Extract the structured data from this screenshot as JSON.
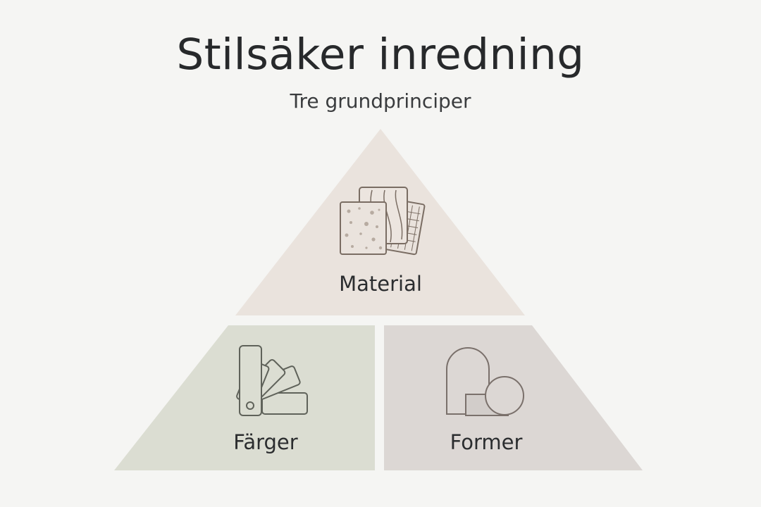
{
  "title": "Stilsäker inredning",
  "subtitle": "Tre grundprinciper",
  "sections": [
    {
      "label": "Material",
      "icon": "material-samples-icon",
      "color": "#eae3dd"
    },
    {
      "label": "Färger",
      "icon": "color-fan-icon",
      "color": "#dbddd2"
    },
    {
      "label": "Former",
      "icon": "shapes-icon",
      "color": "#dcd7d4"
    }
  ],
  "colors": {
    "background": "#f5f5f3",
    "icon_stroke": "#7a6d63"
  }
}
